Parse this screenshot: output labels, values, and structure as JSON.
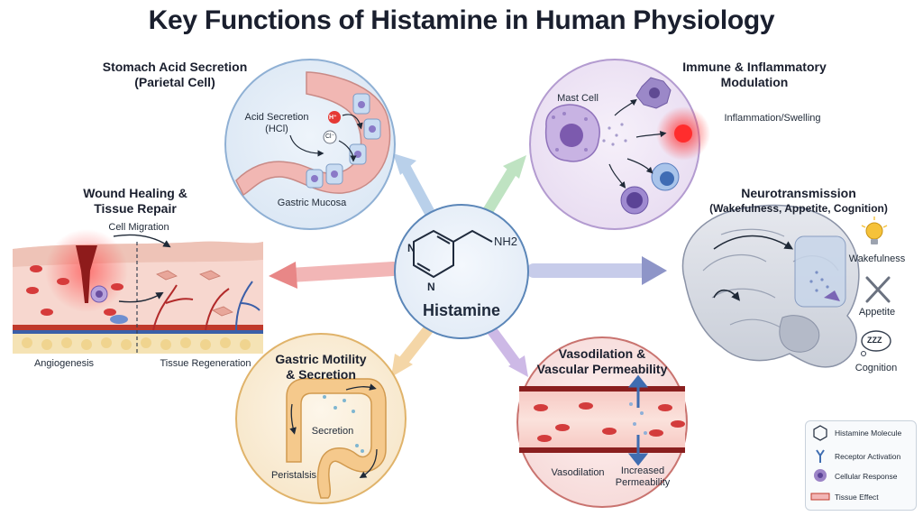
{
  "title": "Key Functions of Histamine in Human Physiology",
  "center": {
    "label": "Histamine",
    "nh2": "NH2",
    "n_top": "N",
    "n_bottom": "N"
  },
  "stomach": {
    "title_line1": "Stomach Acid Secretion",
    "title_line2": "(Parietal Cell)",
    "acid_line1": "Acid Secretion",
    "acid_line2": "(HCl)",
    "mucosa": "Gastric Mucosa",
    "h_ion": "H⁺",
    "cl_ion": "Cl⁻"
  },
  "immune": {
    "title_line1": "Immune & Inflammatory",
    "title_line2": "Modulation",
    "mast_cell": "Mast Cell",
    "inflammation": "Inflammation/Swelling"
  },
  "wound": {
    "title_line1": "Wound Healing &",
    "title_line2": "Tissue Repair",
    "migration": "Cell Migration",
    "angiogenesis": "Angiogenesis",
    "regeneration": "Tissue Regeneration"
  },
  "neuro": {
    "title_line1": "Neurotransmission",
    "title_line2": "(Wakefulness, Appetite, Cognition)",
    "wakefulness": "Wakefulness",
    "appetite": "Appetite",
    "cognition": "Cognition",
    "zzz": "ZZZ"
  },
  "motility": {
    "title_line1": "Gastric Motility",
    "title_line2": "& Secretion",
    "secretion": "Secretion",
    "peristalsis": "Peristalsis"
  },
  "vaso": {
    "title_line1": "Vasodilation &",
    "title_line2": "Vascular Permeability",
    "vasodilation": "Vasodilation",
    "permeability_line1": "Increased",
    "permeability_line2": "Permeability"
  },
  "legend": {
    "items": [
      "Histamine Molecule",
      "Receptor Activation",
      "Cellular Response",
      "Tissue Effect"
    ]
  }
}
